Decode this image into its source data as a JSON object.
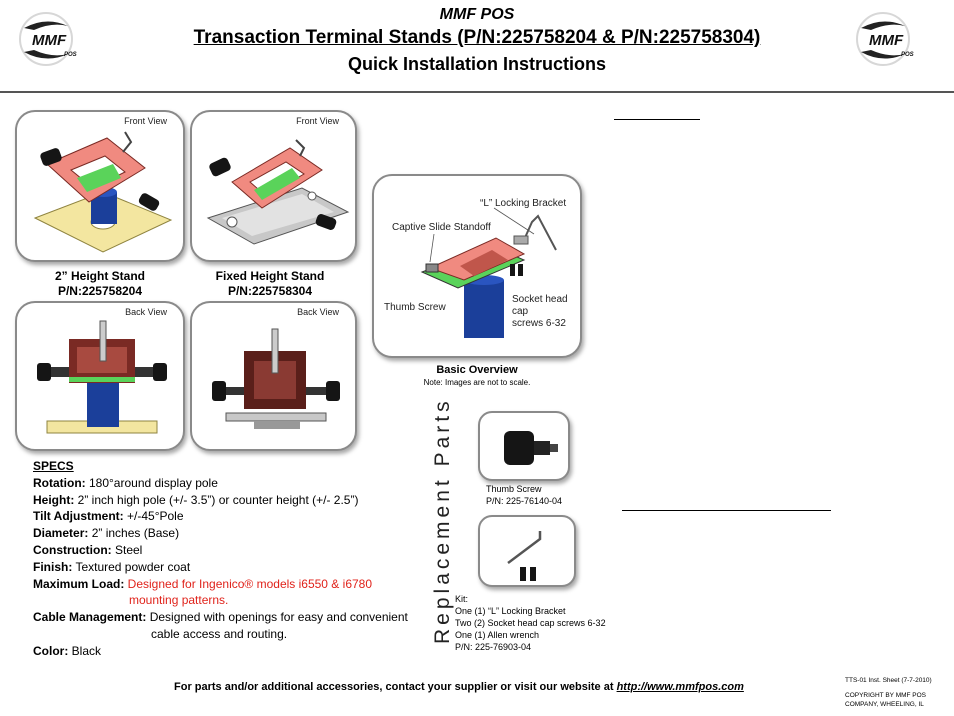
{
  "header": {
    "brand": "MMF POS",
    "title": "Transaction Terminal Stands (P/N:225758204 & P/N:225758304)",
    "subtitle": "Quick Installation Instructions",
    "logo_text": "MMF",
    "logo_sub": "POS"
  },
  "photos": {
    "front1_label": "Front View",
    "front2_label": "Front View",
    "back1_label": "Back View",
    "back2_label": "Back View"
  },
  "stands": {
    "stand1_name": "2” Height Stand",
    "stand1_pn": "P/N:225758204",
    "stand2_name": "Fixed Height Stand",
    "stand2_pn": "P/N:225758304"
  },
  "overview": {
    "locking_bracket": "“L”  Locking Bracket",
    "captive_standoff": "Captive Slide Standoff",
    "thumb_screw": "Thumb Screw",
    "cap_screws_line1": "Socket head cap",
    "cap_screws_line2": "screws 6-32",
    "title": "Basic Overview",
    "note": "Note: Images are not to scale."
  },
  "replacement": {
    "title": "Replacement Parts",
    "part1_name": "Thumb Screw",
    "part1_pn": "P/N: 225-76140-04",
    "kit_label": "Kit:",
    "kit_line1": "One (1) “L” Locking Bracket",
    "kit_line2": "Two (2) Socket head cap screws 6-32",
    "kit_line3": "One (1) Allen wrench",
    "kit_pn": "P/N: 225-76903-04"
  },
  "specs": {
    "title": "SPECS",
    "rotation_label": "Rotation:",
    "rotation_value": " 180°around display pole",
    "height_label": "Height:",
    "height_value": " 2” inch high pole (+/- 3.5”) or counter height (+/- 2.5”)",
    "tilt_label": "Tilt Adjustment:",
    "tilt_value": " +/-45°Pole",
    "diameter_label": "Diameter:",
    "diameter_value": " 2” inches (Base)",
    "construction_label": "Construction:",
    "construction_value": " Steel",
    "finish_label": "Finish:",
    "finish_value": " Textured powder coat",
    "load_label": "Maximum Load:",
    "load_value_line1": " Designed for Ingenico® models i6550 & i6780",
    "load_value_line2": "mounting patterns.",
    "cable_label": "Cable Management:",
    "cable_value_line1": " Designed with openings for easy and convenient",
    "cable_value_line2": "cable access and routing.",
    "color_label": "Color:",
    "color_value": " Black"
  },
  "footer": {
    "contact_text": "For parts and/or additional accessories, contact your supplier or visit our website at ",
    "url": "http://www.mmfpos.com",
    "sheet_id": "TTS-01 Inst. Sheet (7-7-2010)",
    "copyright_line1": "COPYRIGHT BY MMF POS",
    "copyright_line2": "COMPANY, WHEELING, IL"
  },
  "colors": {
    "accent_red": "#e0231b",
    "bracket_salmon": "#f08a80",
    "bracket_brown": "#7a2a24",
    "pole_blue": "#1b3f9a",
    "base_yellow": "#f3e6a0",
    "plate_gray": "#c8c8c8"
  }
}
